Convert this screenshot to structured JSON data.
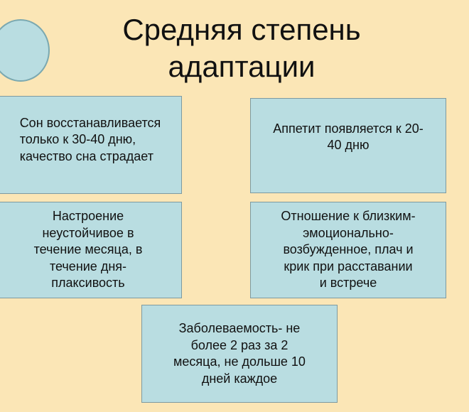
{
  "title": "Средняя степень\nадаптации",
  "cards": [
    {
      "text": "Сон восстанавливается\n  только к 30-40 дню,\n  качество сна страдает"
    },
    {
      "text": "Аппетит появляется к 20-\n40 дню"
    },
    {
      "text": "Настроение\nнеустойчивое в\nтечение месяца, в\nтечение дня-\nплаксивость"
    },
    {
      "text": "Отношение к близким-\nэмоционально-\nвозбужденное, плач и\nкрик при расставании\nи встрече"
    },
    {
      "text": "Заболеваемость- не\nболее 2 раз за 2\nмесяца, не дольше 10\nдней каждое"
    }
  ],
  "colors": {
    "background": "#fbe6b6",
    "card": "#b9dde1",
    "card_border": "#7e9aa0"
  }
}
